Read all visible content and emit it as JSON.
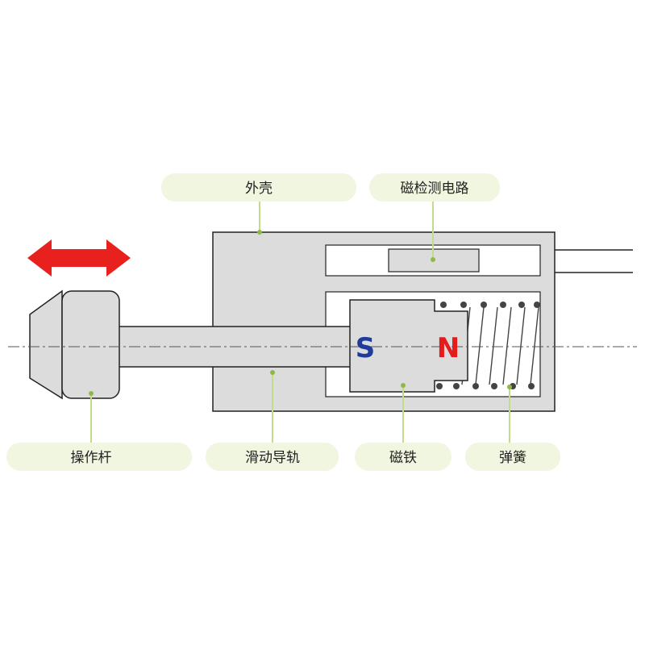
{
  "labels": {
    "housing": "外壳",
    "magnetic_detection_circuit": "磁检测电路",
    "operating_rod": "操作杆",
    "sliding_guide": "滑动导轨",
    "magnet": "磁铁",
    "spring": "弹簧"
  },
  "poles": {
    "south": "S",
    "north": "N"
  },
  "colors": {
    "label_bubble_fill": "#f1f6e0",
    "leader_line": "#c2dc88",
    "part_fill": "#dcdcdc",
    "outline": "#222222",
    "arrow": "#e8201e",
    "south_pole": "#1f3c9a",
    "north_pole": "#e31c1c"
  }
}
